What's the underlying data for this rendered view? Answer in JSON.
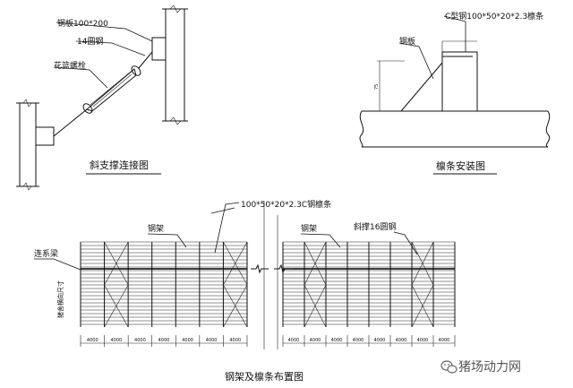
{
  "brace_detail": {
    "title": "斜支撑连接图",
    "labels": {
      "steel_plate": "钢板100*200",
      "round_bar": "14圆钢",
      "turnbuckle": "花篮螺栓"
    }
  },
  "purlin_detail": {
    "title": "檩条安装图",
    "labels": {
      "c_steel": "C型钢100*50*20*2.3檩条",
      "steel_plate": "钢板",
      "dimension": "75"
    }
  },
  "layout_plan": {
    "title": "钢架及檩条布置图",
    "labels": {
      "c_purlin": "100*50*20*2.3C钢檩条",
      "steel_frame_left": "钢架",
      "steel_frame_right": "钢架",
      "tie_beam": "连系梁",
      "round_brace": "斜撑16圆钢",
      "vertical_dim": "猪舍横向尺寸"
    },
    "bay_spacing_left": [
      "4000",
      "4000",
      "4000",
      "4000",
      "4000",
      "4000",
      "4000"
    ],
    "bay_spacing_right": [
      "4000",
      "4000",
      "4000",
      "4000",
      "4000",
      "4000",
      "4000",
      "4000"
    ]
  },
  "watermark": {
    "text": "猪场动力网"
  }
}
